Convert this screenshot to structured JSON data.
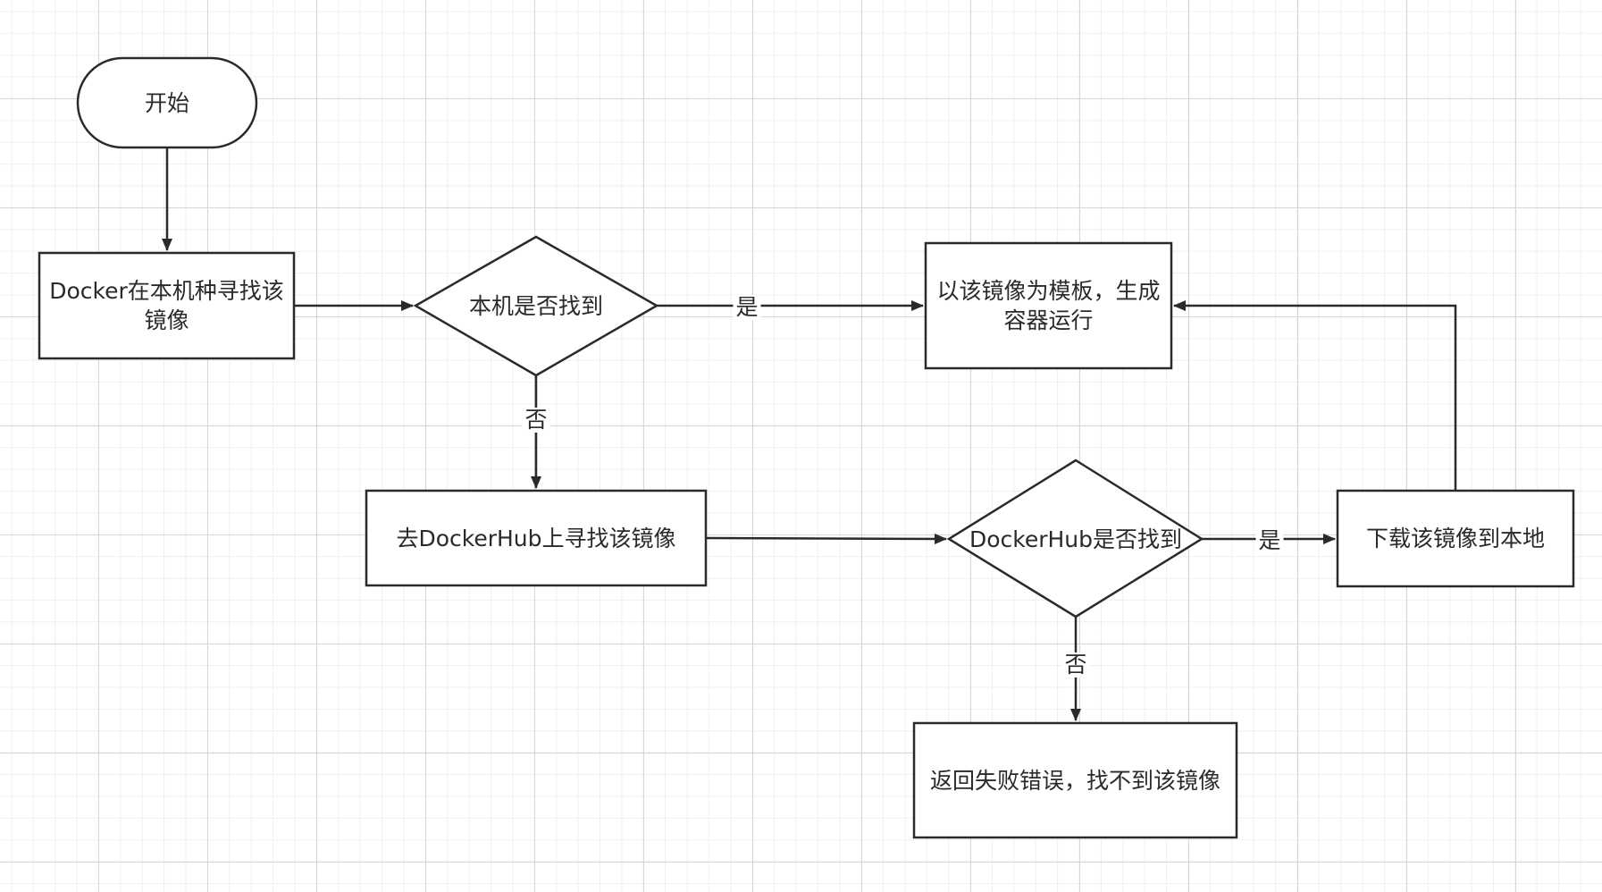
{
  "nodes": {
    "start": "开始",
    "local_search": "Docker在本机种寻找该镜像",
    "local_found": "本机是否找到",
    "run_container": "以该镜像为模板，生成容器运行",
    "hub_search": "去DockerHub上寻找该镜像",
    "hub_found": "DockerHub是否找到",
    "download": "下载该镜像到本地",
    "fail": "返回失败错误，找不到该镜像"
  },
  "edges": {
    "local_yes": "是",
    "local_no": "否",
    "hub_yes": "是",
    "hub_no": "否"
  },
  "colors": {
    "stroke": "#2a2a2a",
    "grid_major": "#d6d6d6",
    "grid_minor": "#efefef",
    "background": "#ffffff"
  }
}
